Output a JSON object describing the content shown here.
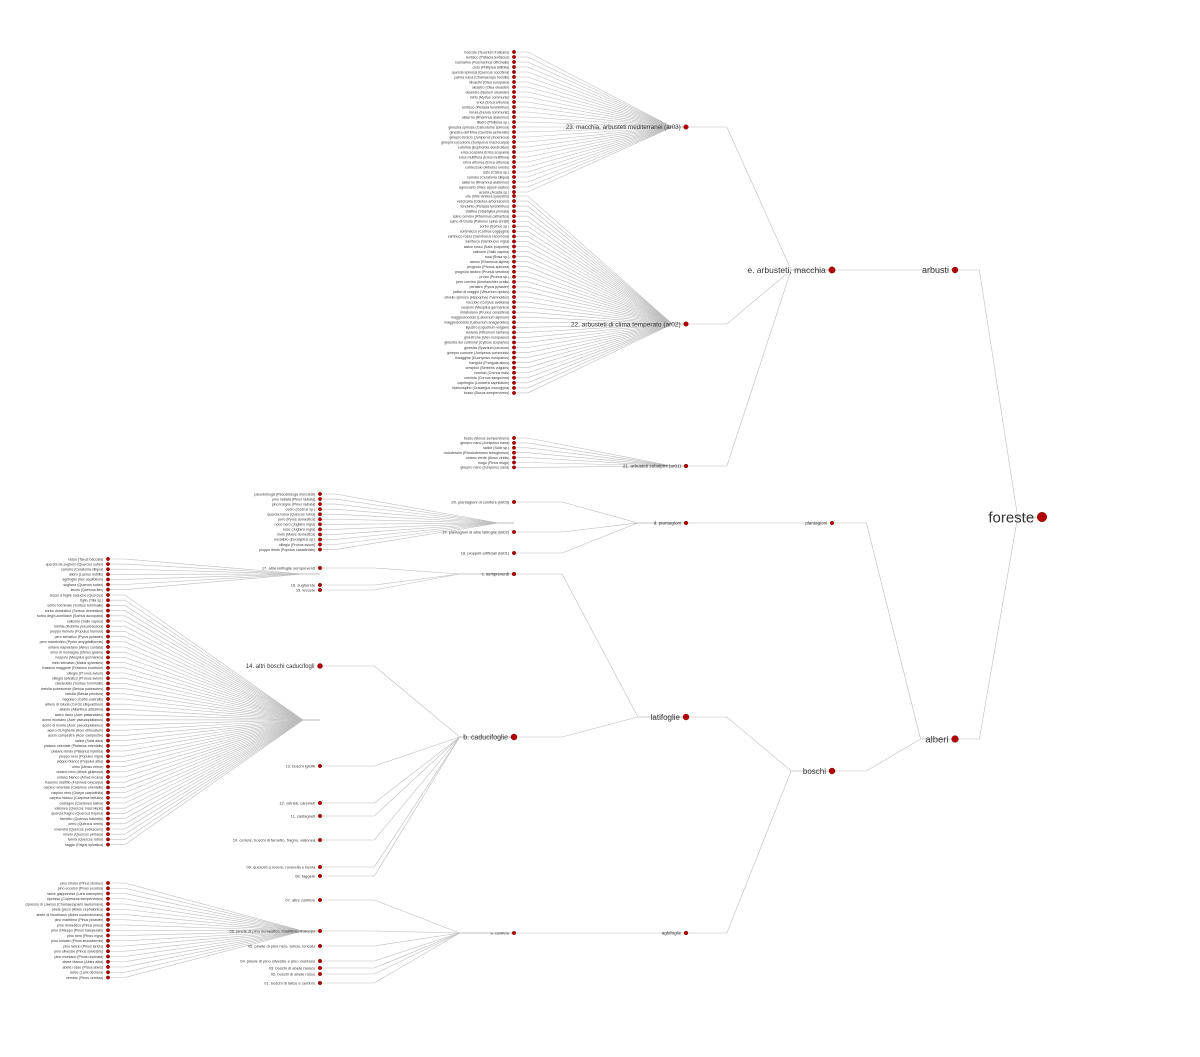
{
  "dendrogram": {
    "root": "foreste",
    "level1": [
      "arbusti",
      "alberi"
    ],
    "level2": [
      "e. arbusteti, macchia",
      "plantagioni",
      "latifoglie",
      "boschi"
    ],
    "level3": [
      "23. macchia, arbusteti mediterranei (ar03)",
      "22. arbusteti di clima temperato (ar02)",
      "21. arbusteti subalpini (ar01)",
      "d. piantagioni",
      "c. sempreverdi",
      "b. caducifoglie",
      "aghifoglie"
    ],
    "level4": [
      "20. piantagioni di conifere (ial03)",
      "19. piantagioni di altre latifoglie (ial02)",
      "18. pioppeti artificiali (ial01)",
      "17. altre latifoglie sempreverdi",
      "16. sugherete",
      "15. leccete",
      "14. altri boschi caducifogli",
      "13. boschi igrofili",
      "12. ostrieti, carpineti",
      "11. castagneti",
      "10. cerrete, boschi di farnetto, fragno, vallonea",
      "09. querceti a rovere, roverella e farnia",
      "08. faggete",
      "07. altre conifere",
      "06. pinete di pino domestico, marittimo, d'aleppo",
      "a. conifere",
      "05. pinete di pino nero, laricio, loricato",
      "04. pinete di pino silvestre e pino montano",
      "03. boschi di abete bianco",
      "02. boschi di abete rosso",
      "01. boschi di larice e cembro"
    ],
    "species_macchia": [
      "boscolo (Teucrium fruticans)",
      "lentisco (Pistacia lentiscus)",
      "rosmarino (Rosmarinus officinalis)",
      "cisto (Phillyrea latifolia)",
      "quercia spinosa (Quercus coccifera)",
      "palma nana (Chamaerops humilis)",
      "olivastro (Olea europaea)",
      "oleastro (Olea oleaster)",
      "oleandro (Nerium oleander)",
      "mirto (Myrtus communis)",
      "erica (Erica arborea)",
      "lentisco (Pistacia terebinthus)",
      "ferula (Ferula communis)",
      "alaterno (Rhamnus alaternus)",
      "lillatro (Phillyrea sp.)",
      "ginestra spinosa (Calicotome spinosa)",
      "ginestra dell'Etna (Genista aetnensis)",
      "ginepro fenicio (Juniperus phoenicea)",
      "ginepro coccolone (Juniperus macrocarpa)",
      "euforbia (Euphorbia dendroides)",
      "erica scoparia (Erica scoparia)",
      "erica multiflora (Erica multiflora)",
      "erica arborea (Erica arborea)",
      "corbezzolo (Arbutus unedo)",
      "cisto (Cistus sp.)",
      "carrubo (Ceratonia siliqua)",
      "alaterno (Rhamnus alaternus)",
      "agnocasto (Vitex agnus-castus)",
      "acacia (Acacia sp.)"
    ],
    "species_temperato": [
      "vite (Vitis vinifera sylvestris)",
      "vescicaria (Colutea arborescens)",
      "terebinto (Pistacia terebinthus)",
      "stafilea (Staphylea pinnata)",
      "spino cervino (Rhamnus cathartica)",
      "spino di Giuda (Paliurus spina-christi)",
      "sorbo (Sorbus sp.)",
      "sommacco (Cotinus coggygria)",
      "sambuco rosso (Sambucus racemosa)",
      "sambuco (Sambucus nigra)",
      "salice rosso (Salix purpurea)",
      "salicone (Salix caprea)",
      "rosa (Rosa sp.)",
      "ramno (Rhamnus alpina)",
      "prugnolo (Prunus spinosa)",
      "prugnolo tardivo (Prunus serotina)",
      "pruno (Prunus sp.)",
      "pero corvino (Amelanchier ovalis)",
      "perastro (Pyrus pyraster)",
      "pallon di maggio (Viburnum opulus)",
      "olivello spinoso (Hippophae rhamnoides)",
      "nocciolo (Corylus avellana)",
      "nespolo (Mespilus germanica)",
      "mirabolano (Prunus cerasifera)",
      "maggiociondolo (Laburnum alpinum)",
      "maggiociondolo (Laburnum anagyroides)",
      "ligustro (Ligustrum vulgare)",
      "lantana (Viburnum lantana)",
      "ginestrone (Ulex europaeus)",
      "ginestra dei carbonai (Cytisus scoparius)",
      "ginestra (Spartium junceum)",
      "ginepro comune (Juniperus communis)",
      "fusaggine (Euonymus europaeus)",
      "frangola (Frangula alnus)",
      "crespino (Berberis vulgaris)",
      "corniolo (Cornus mas)",
      "corniola (Cornus sanguinea)",
      "caprifoglio (Lonicera caprifolium)",
      "biancospino (Crataegus monogyna)",
      "bosso (Buxus sempervirens)"
    ],
    "species_subalpini": [
      "bosso (Buxus sempervirens)",
      "ginepro nano (Juniperus nana)",
      "salice (Salix sp.)",
      "rododendro (Rhododendron ferrugineum)",
      "ontano verde (Alnus viridis)",
      "mugo (Pinus mugo)",
      "ginepro nano (Juniperus nana)"
    ],
    "species_piantagioni": [
      "pseudotsuga (Pseudotsuga menziesii)",
      "pino radiata (Pinus radiata)",
      "pino insigne (Pinus radiata)",
      "cedro (Cedrus sp.)",
      "quercia rossa (Quercus rubra)",
      "pero (Pyrus domestica)",
      "noce nero (Juglans nigra)",
      "noce (Juglans regia)",
      "melo (Malus domestica)",
      "eucalipto (Eucalyptus sp.)",
      "ciliegio (Prunus avium)",
      "pioppo ibrido (Populus canadensis)"
    ],
    "species_sempreverdi": [
      "tasso (Taxus baccata)",
      "quercia da sughero (Quercus suber)",
      "carrubo (Ceratonia siliqua)",
      "alloro (Laurus nobilis)",
      "agrifoglio (Ilex aquifolium)",
      "sughera (Quercus suber)",
      "leccio (Quercus ilex)"
    ],
    "species_caducifoglie": [
      "leccio a foglie caduche (Quercus)",
      "tiglio (Tilia sp.)",
      "sorbo torminale (Sorbus torminalis)",
      "sorbo domestico (Sorbus domestica)",
      "sorbo degli uccellatori (Sorbus aucuparia)",
      "salicone (Salix caprea)",
      "robinia (Robinia pseudoacacia)",
      "pioppo tremolo (Populus tremula)",
      "pero selvatico (Pyrus pyraster)",
      "pero mandorlino (Pyrus amygdaliformis)",
      "ontano napoletano (Alnus cordata)",
      "olmo di montagna (Ulmus glabra)",
      "nespolo (Mespilus germanica)",
      "melo selvatico (Malus sylvestris)",
      "frassino maggiore (Fraxinus excelsior)",
      "ciliegio (Prunus avium)",
      "ciliegio selvatico (Prunus avium)",
      "ciavardello (Sorbus torminalis)",
      "betulla pubescente (Betula pubescens)",
      "betulla (Betula pendula)",
      "bagolaro (Celtis australis)",
      "albero di Giuda (Cercis siliquastrum)",
      "ailanto (Ailanthus altissima)",
      "acero riccio (Acer platanoides)",
      "acero montano (Acer pseudoplatanus)",
      "acero di monte (Acer pseudoplatanus)",
      "acero d'Ungheria (Acer obtusatum)",
      "acero campestre (Acer campestre)",
      "salice (Salix alba)",
      "platano orientale (Platanus orientalis)",
      "platano ibrido (Platanus hybrida)",
      "pioppo nero (Populus nigra)",
      "pioppo bianco (Populus alba)",
      "olmo (Ulmus minor)",
      "ontano nero (Alnus glutinosa)",
      "ontano bianco (Alnus incana)",
      "frassino ossifillo (Fraxinus oxycarpa)",
      "carpino orientale (Carpinus orientalis)",
      "carpino nero (Ostrya carpinifolia)",
      "carpino bianco (Carpinus betulus)",
      "castagno (Castanea sativa)",
      "vallonea (Quercus macrolepis)",
      "quercia fragno (Quercus trojana)",
      "farnetto (Quercus frainetto)",
      "cerro (Quercus cerris)",
      "roverella (Quercus pubescens)",
      "rovere (Quercus petraea)",
      "farnia (Quercus robur)",
      "faggio (Fagus sylvatica)"
    ],
    "species_conifere": [
      "pino strobo (Pinus strobus)",
      "pino eccelso (Pinus excelsa)",
      "larice giapponese (Larix kaempferi)",
      "cipresso (Cupressus sempervirens)",
      "cipresso di Lawson (Chamaecyparis lawsoniana)",
      "abete greco (Abies cephalonica)",
      "abete di Nordmann (Abies nordmanniana)",
      "pino marittimo (Pinus pinaster)",
      "pino domestico (Pinus pinea)",
      "pino d'Aleppo (Pinus halepensis)",
      "pino nero (Pinus nigra)",
      "pino loricato (Pinus leucodermis)",
      "pino laricio (Pinus laricio)",
      "pino silvestre (Pinus sylvestris)",
      "pino montano (Pinus uncinata)",
      "abete bianco (Abies alba)",
      "abete rosso (Picea abies)",
      "larice (Larix decidua)",
      "cembro (Pinus cembra)"
    ]
  }
}
